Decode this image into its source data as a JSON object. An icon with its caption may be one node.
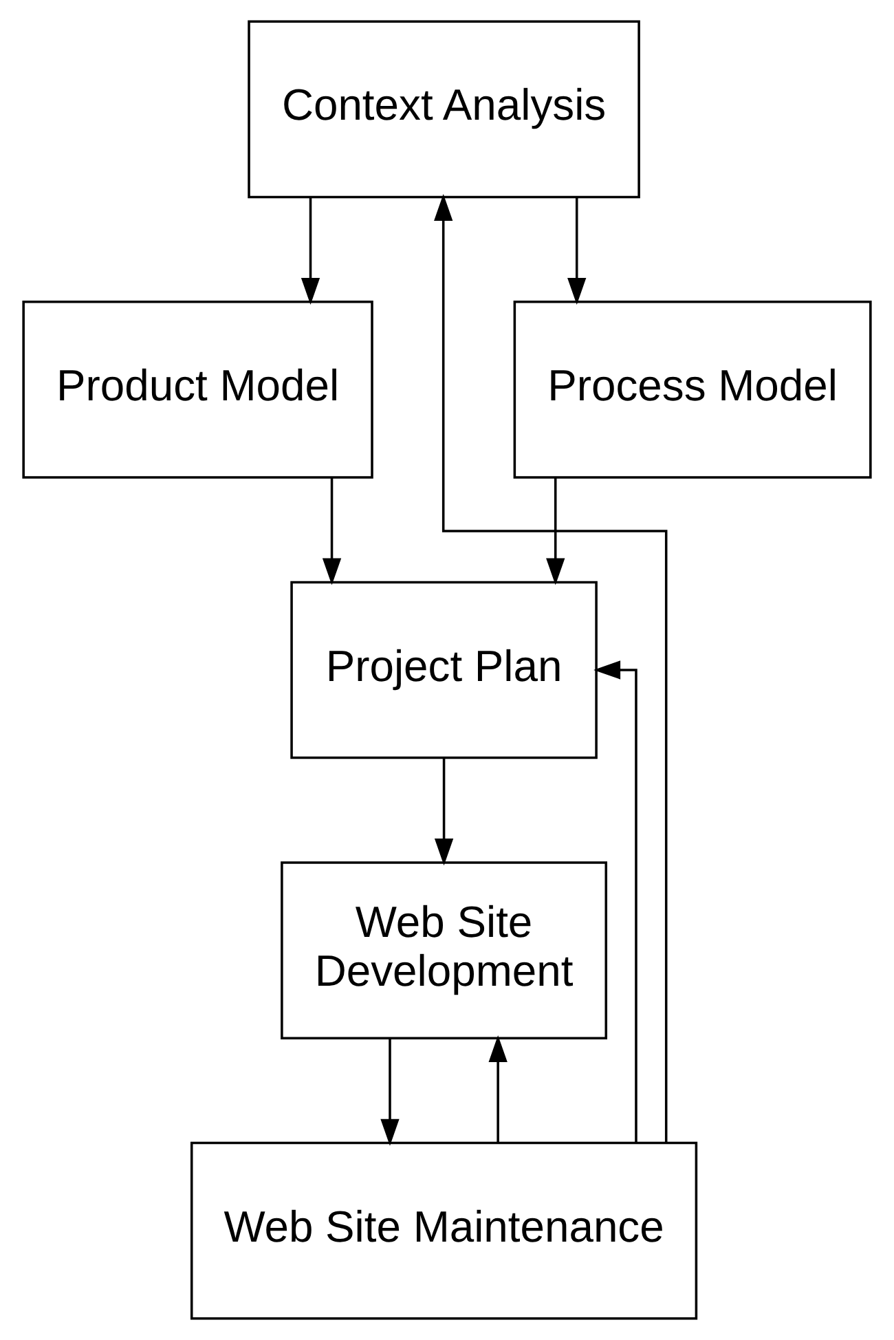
{
  "diagram": {
    "nodes": [
      {
        "text": [
          "Context Analysis"
        ]
      },
      {
        "text": [
          "Product Model"
        ]
      },
      {
        "text": [
          "Process Model"
        ]
      },
      {
        "text": [
          "Project Plan"
        ]
      },
      {
        "text": [
          "Web Site",
          "Development"
        ]
      },
      {
        "text": [
          "Web Site Maintenance"
        ]
      }
    ],
    "edges": [
      {
        "from": 0,
        "to": 1,
        "arrow": "to"
      },
      {
        "from": 0,
        "to": 2,
        "arrow": "to"
      },
      {
        "from": 1,
        "to": 3,
        "arrow": "to"
      },
      {
        "from": 2,
        "to": 3,
        "arrow": "to"
      },
      {
        "from": 3,
        "to": 4,
        "arrow": "to"
      },
      {
        "from": 4,
        "to": 5,
        "arrow": "to"
      },
      {
        "from": 5,
        "to": 0,
        "arrow": "to"
      },
      {
        "from": 5,
        "to": 3,
        "arrow": "to"
      },
      {
        "from": 5,
        "to": 4,
        "arrow": "to"
      }
    ]
  }
}
